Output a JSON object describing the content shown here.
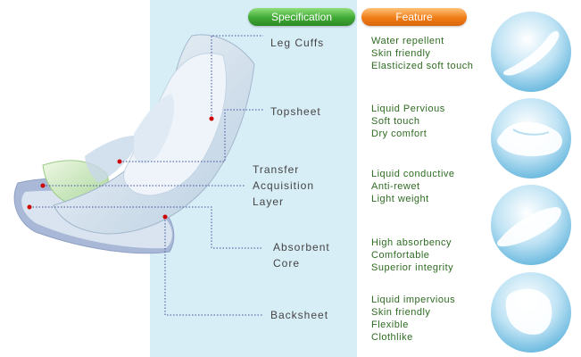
{
  "headers": {
    "specification": "Specification",
    "feature": "Feature"
  },
  "layers": [
    {
      "name": "Leg Cuffs",
      "lines": [
        "Leg Cuffs"
      ],
      "features": [
        "Water repellent",
        "Skin friendly",
        "Elasticized soft touch"
      ]
    },
    {
      "name": "Topsheet",
      "lines": [
        "Topsheet"
      ],
      "features": [
        "Liquid  Pervious",
        "Soft touch",
        "Dry comfort"
      ]
    },
    {
      "name": "Transfer Acquisition Layer",
      "lines": [
        "Transfer",
        "Acquisition",
        "Layer"
      ],
      "features": [
        "Liquid  conductive",
        "Anti-rewet",
        "Light weight"
      ]
    },
    {
      "name": "Absorbent Core",
      "lines": [
        "Absorbent",
        "Core"
      ],
      "features": [
        "High absorbency",
        "Comfortable",
        "Superior integrity"
      ]
    },
    {
      "name": "Backsheet",
      "lines": [
        "Backsheet"
      ],
      "features": [
        "Liquid impervious",
        "Skin friendly",
        "Flexible",
        "Clothlike"
      ]
    }
  ],
  "colors": {
    "spec_pill": "#3fa834",
    "feature_pill": "#f07c16",
    "feature_text": "#2e6b22",
    "marker": "#cc0000",
    "panel": "#d8eef7"
  },
  "icons": [
    "pad-photo-icon",
    "winged-pad-icon",
    "folded-pad-icon",
    "pad-underside-icon"
  ]
}
